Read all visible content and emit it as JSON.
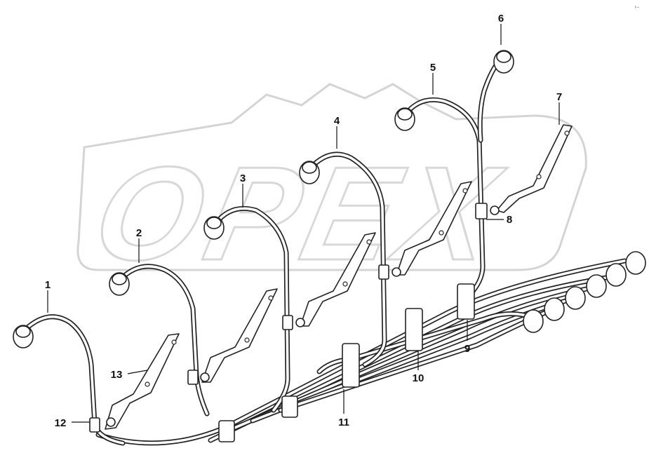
{
  "watermark": {
    "text": "OPEX"
  },
  "corner_mark": "r--",
  "callouts": [
    "1",
    "2",
    "3",
    "4",
    "5",
    "6",
    "7",
    "8",
    "9",
    "10",
    "11",
    "12",
    "13"
  ]
}
